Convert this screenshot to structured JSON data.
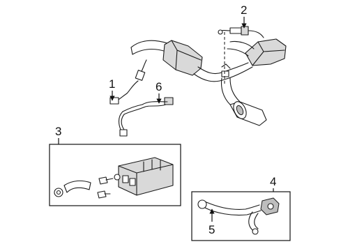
{
  "callouts": [
    {
      "id": "1",
      "label": "1"
    },
    {
      "id": "2",
      "label": "2"
    },
    {
      "id": "3",
      "label": "3"
    },
    {
      "id": "4",
      "label": "4"
    },
    {
      "id": "5",
      "label": "5"
    },
    {
      "id": "6",
      "label": "6"
    }
  ],
  "colors": {
    "line": "#1a1a1a",
    "part_fill": "#d9d9d9",
    "background": "#ffffff"
  }
}
